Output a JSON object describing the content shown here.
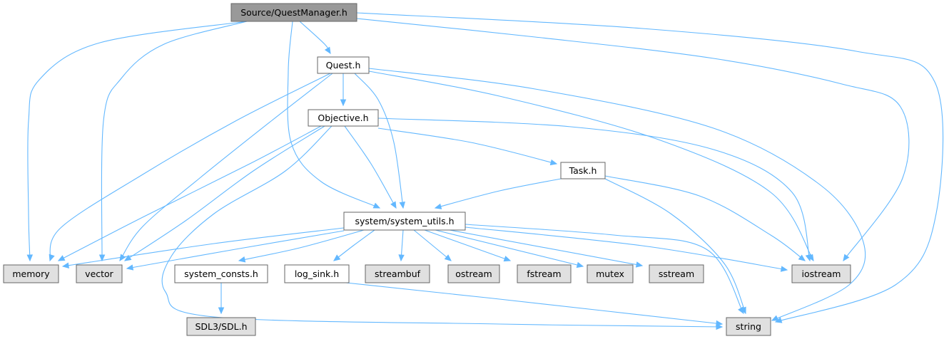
{
  "graph": {
    "title": "Source/QuestManager.h include dependency graph",
    "colors": {
      "root_fill": "#999999",
      "header_fill": "#ffffff",
      "system_fill": "#e0e0e0",
      "border": "#666666",
      "edge": "#63b8ff"
    },
    "nodes": [
      {
        "id": "questmanager",
        "label": "Source/QuestManager.h",
        "kind": "root"
      },
      {
        "id": "quest",
        "label": "Quest.h",
        "kind": "header"
      },
      {
        "id": "objective",
        "label": "Objective.h",
        "kind": "header"
      },
      {
        "id": "task",
        "label": "Task.h",
        "kind": "header"
      },
      {
        "id": "system-utils",
        "label": "system/system_utils.h",
        "kind": "header"
      },
      {
        "id": "memory",
        "label": "memory",
        "kind": "system"
      },
      {
        "id": "vector",
        "label": "vector",
        "kind": "system"
      },
      {
        "id": "system-consts",
        "label": "system_consts.h",
        "kind": "header"
      },
      {
        "id": "log-sink",
        "label": "log_sink.h",
        "kind": "header"
      },
      {
        "id": "streambuf",
        "label": "streambuf",
        "kind": "system"
      },
      {
        "id": "ostream",
        "label": "ostream",
        "kind": "system"
      },
      {
        "id": "fstream",
        "label": "fstream",
        "kind": "system"
      },
      {
        "id": "mutex",
        "label": "mutex",
        "kind": "system"
      },
      {
        "id": "sstream",
        "label": "sstream",
        "kind": "system"
      },
      {
        "id": "iostream",
        "label": "iostream",
        "kind": "system"
      },
      {
        "id": "sdl",
        "label": "SDL3/SDL.h",
        "kind": "system"
      },
      {
        "id": "string",
        "label": "string",
        "kind": "system"
      }
    ],
    "edges": [
      {
        "from": "questmanager",
        "to": "quest"
      },
      {
        "from": "questmanager",
        "to": "memory"
      },
      {
        "from": "questmanager",
        "to": "vector"
      },
      {
        "from": "questmanager",
        "to": "system-utils"
      },
      {
        "from": "questmanager",
        "to": "iostream"
      },
      {
        "from": "questmanager",
        "to": "string"
      },
      {
        "from": "quest",
        "to": "objective"
      },
      {
        "from": "quest",
        "to": "memory"
      },
      {
        "from": "quest",
        "to": "vector"
      },
      {
        "from": "quest",
        "to": "system-utils"
      },
      {
        "from": "quest",
        "to": "iostream"
      },
      {
        "from": "quest",
        "to": "string"
      },
      {
        "from": "objective",
        "to": "task"
      },
      {
        "from": "objective",
        "to": "system-utils"
      },
      {
        "from": "objective",
        "to": "memory"
      },
      {
        "from": "objective",
        "to": "vector"
      },
      {
        "from": "objective",
        "to": "iostream"
      },
      {
        "from": "objective",
        "to": "string"
      },
      {
        "from": "task",
        "to": "system-utils"
      },
      {
        "from": "task",
        "to": "iostream"
      },
      {
        "from": "task",
        "to": "string"
      },
      {
        "from": "system-utils",
        "to": "memory"
      },
      {
        "from": "system-utils",
        "to": "vector"
      },
      {
        "from": "system-utils",
        "to": "system-consts"
      },
      {
        "from": "system-utils",
        "to": "log-sink"
      },
      {
        "from": "system-utils",
        "to": "streambuf"
      },
      {
        "from": "system-utils",
        "to": "ostream"
      },
      {
        "from": "system-utils",
        "to": "fstream"
      },
      {
        "from": "system-utils",
        "to": "mutex"
      },
      {
        "from": "system-utils",
        "to": "sstream"
      },
      {
        "from": "system-utils",
        "to": "iostream"
      },
      {
        "from": "system-utils",
        "to": "string"
      },
      {
        "from": "system-consts",
        "to": "sdl"
      },
      {
        "from": "log-sink",
        "to": "string"
      }
    ]
  }
}
